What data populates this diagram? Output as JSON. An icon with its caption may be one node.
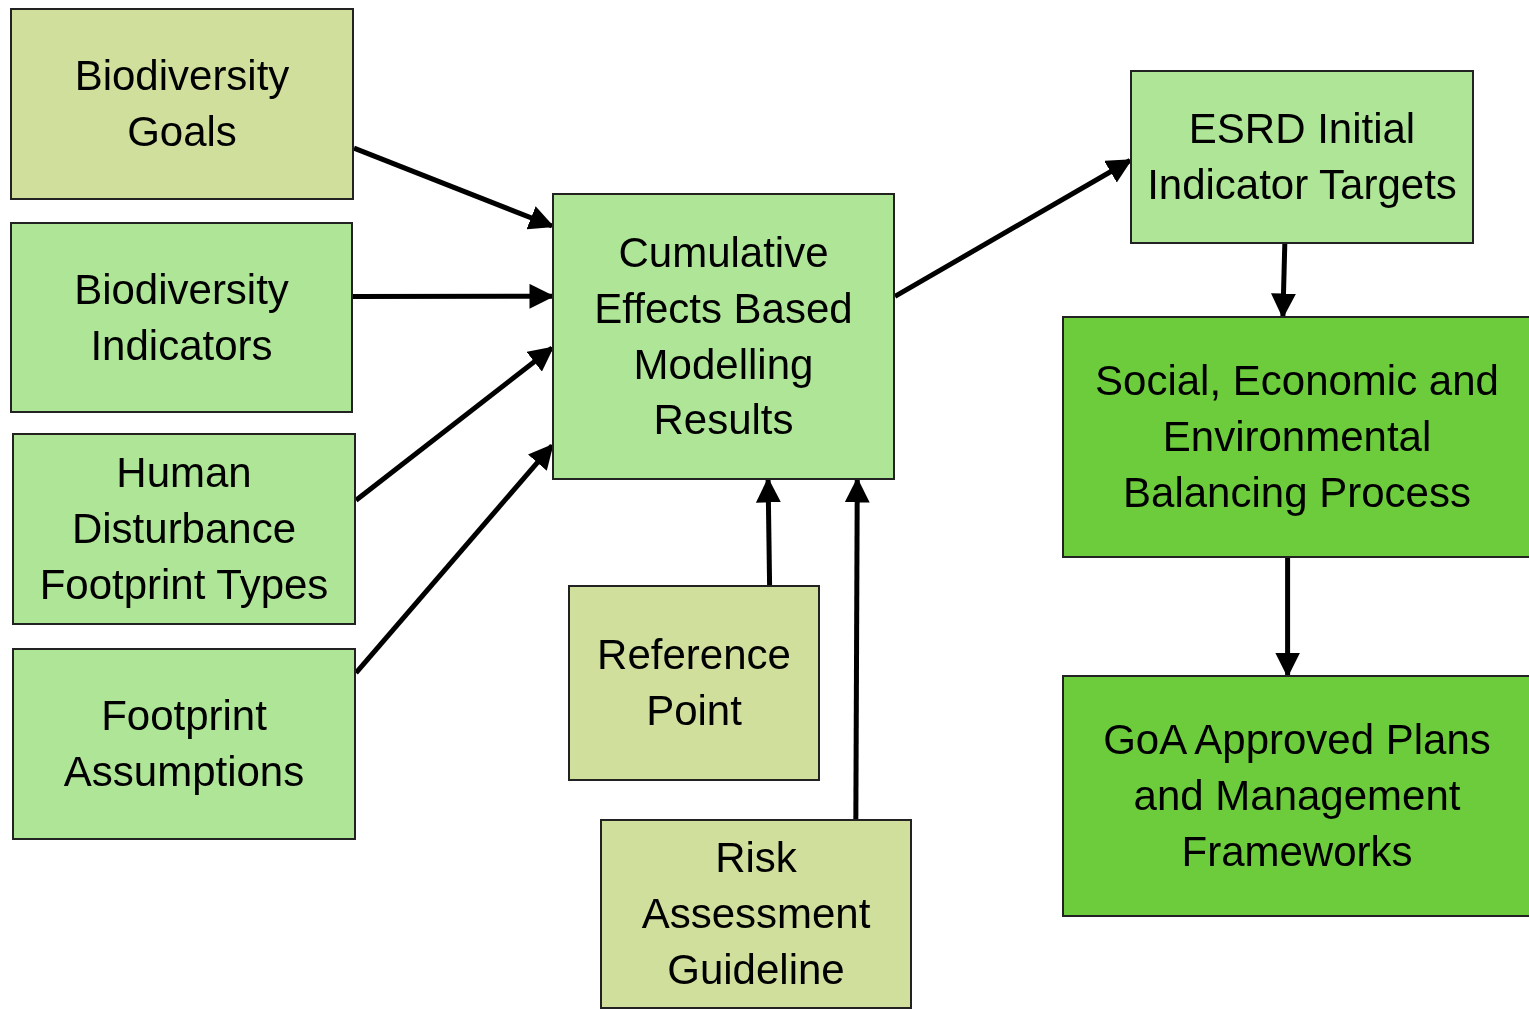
{
  "diagram": {
    "nodes": [
      {
        "text": [
          "Biodiversity Goals"
        ]
      },
      {
        "text": [
          "Biodiversity Indicators"
        ]
      },
      {
        "text": [
          "Human Disturbance Footprint Types"
        ]
      },
      {
        "text": [
          "Footprint Assumptions"
        ]
      },
      {
        "text": [
          "Cumulative Effects Based Modelling Results"
        ]
      },
      {
        "text": [
          "Reference Point"
        ]
      },
      {
        "text": [
          "Risk Assessment Guideline"
        ]
      },
      {
        "text": [
          "ESRD Initial Indicator Targets"
        ]
      },
      {
        "text": [
          "Social, Economic and Environmental Balancing Process"
        ]
      },
      {
        "text": [
          "GoA Approved Plans and Management Frameworks"
        ]
      }
    ],
    "edges": [
      {
        "from": 0,
        "to": 4,
        "arrow": "to"
      },
      {
        "from": 1,
        "to": 4,
        "arrow": "to"
      },
      {
        "from": 2,
        "to": 4,
        "arrow": "to"
      },
      {
        "from": 3,
        "to": 4,
        "arrow": "to"
      },
      {
        "from": 5,
        "to": 4,
        "arrow": "to"
      },
      {
        "from": 6,
        "to": 4,
        "arrow": "to"
      },
      {
        "from": 4,
        "to": 7,
        "arrow": "to"
      },
      {
        "from": 7,
        "to": 8,
        "arrow": "to"
      },
      {
        "from": 8,
        "to": 9,
        "arrow": "to"
      }
    ]
  }
}
